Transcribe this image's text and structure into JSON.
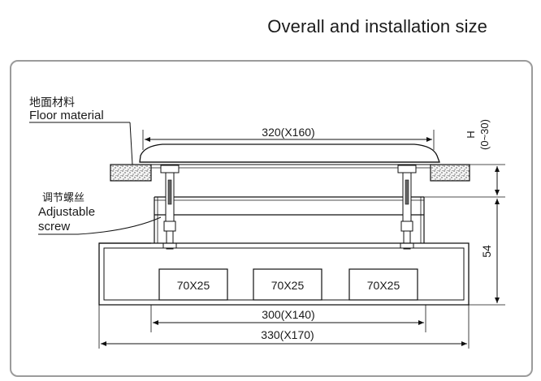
{
  "title": "Overall and installation size",
  "labels": {
    "floor_cn": "地面材料",
    "floor_en": "Floor material",
    "screw_cn": "调节螺丝",
    "screw_en_1": "Adjustable",
    "screw_en_2": "screw"
  },
  "dimensions": {
    "top_width": "320(X160)",
    "inner_width": "300(X140)",
    "outer_width": "330(X170)",
    "height_adjust_symbol": "H",
    "height_adjust_range": "(0~30)",
    "body_height": "54"
  },
  "openings": [
    "70X25",
    "70X25",
    "70X25"
  ]
}
